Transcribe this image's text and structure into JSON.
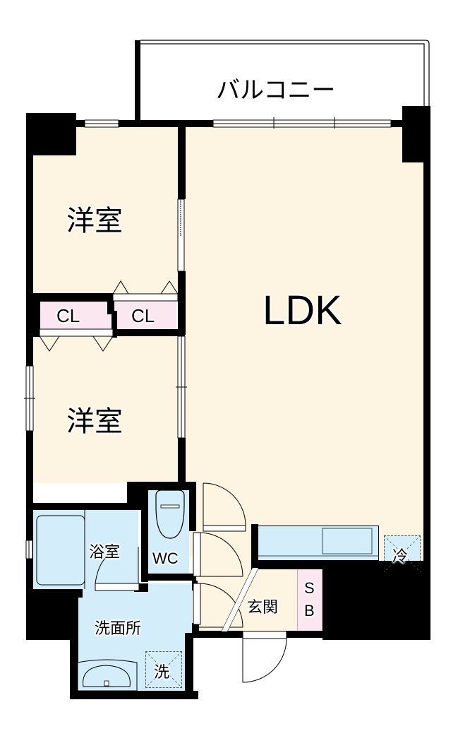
{
  "floorplan": {
    "type": "1LDK",
    "colors": {
      "living_floor": "#fdf4e2",
      "wet_floor": "#d3eefa",
      "closet_floor": "#fbe7ef",
      "wall": "#000000",
      "outside": "#ffffff"
    },
    "rooms": {
      "balcony": "バルコニー",
      "ldk": "LDK",
      "western_room_1": "洋室",
      "western_room_2": "洋室",
      "closet_1": "CL",
      "closet_2": "CL",
      "bathroom": "浴室",
      "toilet": "WC",
      "washroom": "洗面所",
      "entrance": "玄関",
      "shoe_box_s": "S",
      "shoe_box_b": "B"
    },
    "fixtures": {
      "refrigerator_space": "冷",
      "washing_machine_space": "洗"
    }
  }
}
